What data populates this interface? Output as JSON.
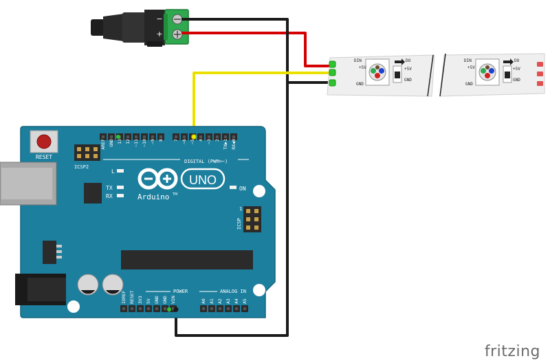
{
  "watermark": "fritzing",
  "arduino": {
    "reset_label": "RESET",
    "icsp2_label": "ICSP2",
    "icsp_label": "ICSP",
    "brand_logo": "UNO",
    "brand_name": "Arduino",
    "trademark": "TM",
    "on_label": "ON",
    "led_l": "L",
    "led_tx": "TX",
    "led_rx": "RX",
    "digital_label": "DIGITAL (PWM=~)",
    "power_label": "POWER",
    "analog_label": "ANALOG IN",
    "digital_pins": [
      "AREF",
      "GND",
      "13",
      "12",
      "~11",
      "~10",
      "~9",
      "8",
      "7",
      "~6",
      "~5",
      "4",
      "~3",
      "2",
      "TX▶1",
      "RX◀0"
    ],
    "power_pins": [
      "IOREF",
      "RESET",
      "3V3",
      "5V",
      "GND",
      "GND",
      "VIN"
    ],
    "analog_pins": [
      "A0",
      "A1",
      "A2",
      "A3",
      "A4",
      "A5"
    ],
    "icsp_pin_one": "1",
    "colors": {
      "board": "#1d7f9e",
      "board_dark": "#15667f",
      "header": "#2b2b2b"
    }
  },
  "dc_jack": {
    "minus": "−",
    "plus": "+",
    "colors": {
      "body": "#2a2a2a",
      "terminal": "#2fa84f"
    }
  },
  "led_strip": {
    "pads": [
      "DIN",
      "+5V",
      "GND"
    ],
    "cell_labels": {
      "din": "DIN",
      "do": "DO",
      "vplus": "+5V",
      "gnd": "GND"
    },
    "colors": {
      "strip": "#efefef",
      "pad_green": "#2fc42f",
      "pad_red": "#e05050"
    }
  },
  "wires": {
    "red": "#d40000",
    "black": "#1a1a1a",
    "yellow": "#f2e600"
  }
}
